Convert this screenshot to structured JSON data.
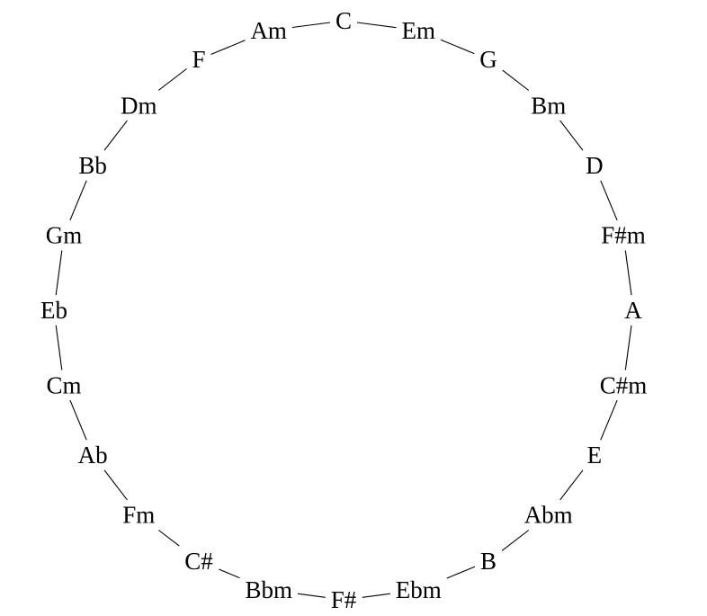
{
  "diagram": {
    "nodes": [
      "C",
      "Em",
      "G",
      "Bm",
      "D",
      "F#m",
      "A",
      "C#m",
      "E",
      "Abm",
      "B",
      "Ebm",
      "F#",
      "Bbm",
      "C#",
      "Fm",
      "Ab",
      "Cm",
      "Eb",
      "Gm",
      "Bb",
      "Dm",
      "F",
      "Am"
    ],
    "edges": [
      [
        "C",
        "Em"
      ],
      [
        "Em",
        "G"
      ],
      [
        "G",
        "Bm"
      ],
      [
        "Bm",
        "D"
      ],
      [
        "D",
        "F#m"
      ],
      [
        "F#m",
        "A"
      ],
      [
        "A",
        "C#m"
      ],
      [
        "C#m",
        "E"
      ],
      [
        "E",
        "Abm"
      ],
      [
        "Abm",
        "B"
      ],
      [
        "B",
        "Ebm"
      ],
      [
        "Ebm",
        "F#"
      ],
      [
        "F#",
        "Bbm"
      ],
      [
        "Bbm",
        "C#"
      ],
      [
        "C#",
        "Fm"
      ],
      [
        "Fm",
        "Ab"
      ],
      [
        "Ab",
        "Cm"
      ],
      [
        "Cm",
        "Eb"
      ],
      [
        "Eb",
        "Gm"
      ],
      [
        "Gm",
        "Bb"
      ],
      [
        "Bb",
        "Dm"
      ],
      [
        "Dm",
        "F"
      ],
      [
        "F",
        "Am"
      ],
      [
        "Am",
        "C"
      ]
    ]
  }
}
